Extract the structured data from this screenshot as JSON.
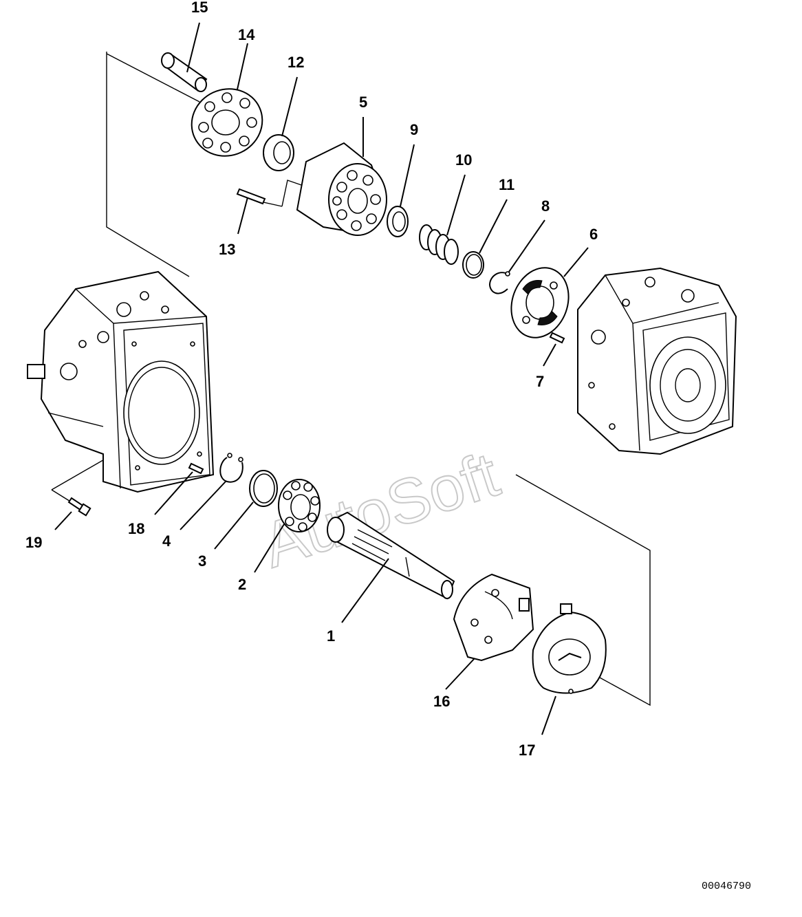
{
  "watermark": "AutoSoft",
  "document_number": "00046790",
  "callouts": [
    "15",
    "14",
    "12",
    "5",
    "9",
    "10",
    "11",
    "8",
    "6",
    "13",
    "7",
    "18",
    "4",
    "3",
    "2",
    "1",
    "16",
    "17",
    "19"
  ]
}
